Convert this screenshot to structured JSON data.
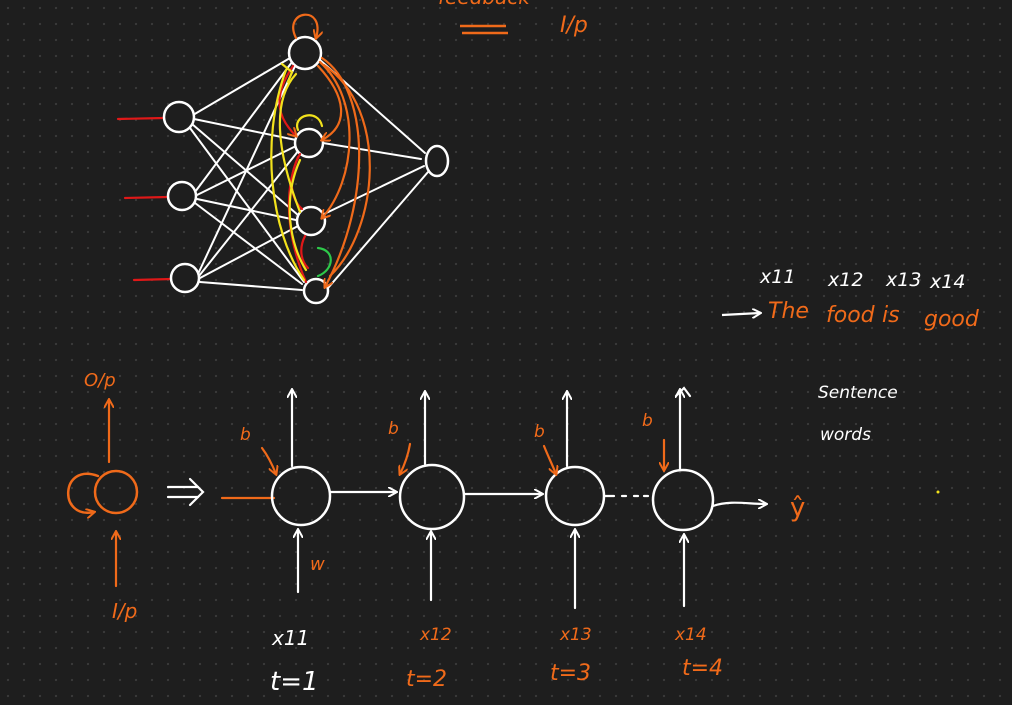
{
  "colors": {
    "background": "#1e1e1e",
    "ink_white": "#ffffff",
    "ink_orange": "#f06a1a",
    "ink_red": "#e01818",
    "ink_yellow": "#f2e21c",
    "ink_green": "#2ec94a"
  },
  "top_notes": {
    "feedback": "feedback",
    "ip": "I/p"
  },
  "sentence": {
    "words": [
      "The",
      "food",
      "is",
      "good"
    ],
    "labels": [
      "x11",
      "x12",
      "x13",
      "x14"
    ]
  },
  "side_notes": {
    "sentence": "Sentence",
    "words": "words"
  },
  "compact_rnn": {
    "output_label": "O/p",
    "input_label": "I/p"
  },
  "unrolled": {
    "bias_label": "b",
    "weight_label": "w",
    "output_label": "ŷ",
    "steps": [
      {
        "x_label": "x11",
        "t_label": "t=1"
      },
      {
        "x_label": "x12",
        "t_label": "t=2"
      },
      {
        "x_label": "x13",
        "t_label": "t=3"
      },
      {
        "x_label": "x14",
        "t_label": "t=4"
      }
    ]
  }
}
